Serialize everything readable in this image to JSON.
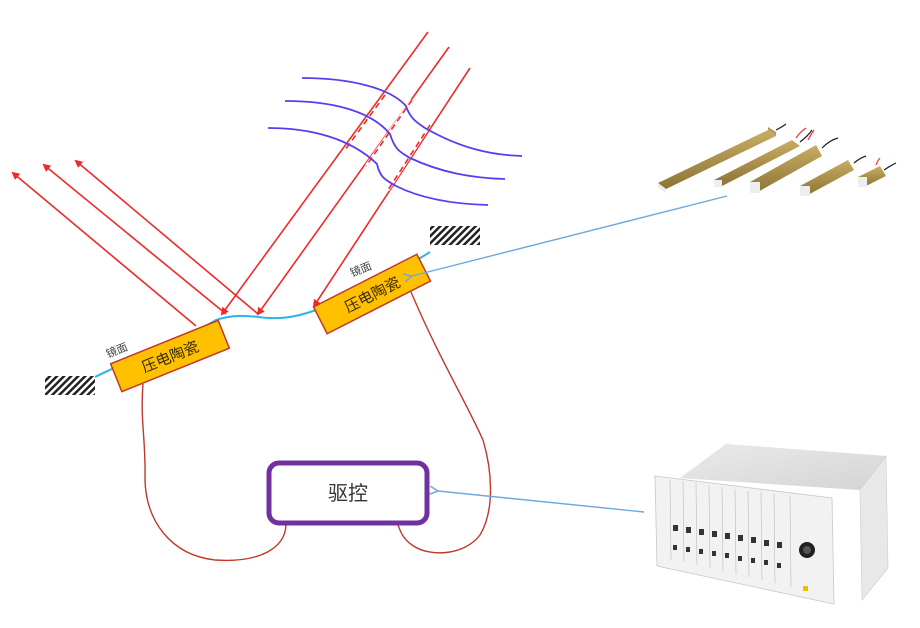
{
  "diagram": {
    "title": "Deformable mirror driven by piezoelectric ceramics",
    "labels": {
      "mirror_left": "镜面",
      "mirror_right": "镜面",
      "piezo_left": "压电陶瓷",
      "piezo_right": "压电陶瓷",
      "driver": "驱控"
    },
    "images": {
      "piezo_stacks": "piezo-ceramic-stack-photo",
      "driver_chassis": "driver-controller-chassis-photo"
    },
    "colors": {
      "ray": "#ee2a2a",
      "wavefront": "#5a3cf0",
      "mirror": "#29b5e8",
      "piezo_fill": "#ffc000",
      "piezo_border": "#c0392b",
      "wire": "#c0392b",
      "driver_border": "#7030a0",
      "pointer": "#6fa8dc"
    }
  }
}
